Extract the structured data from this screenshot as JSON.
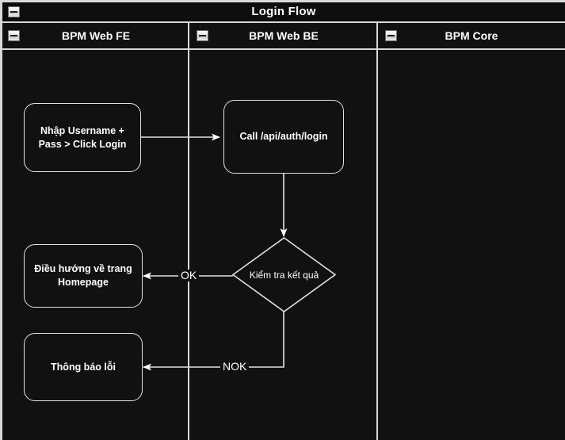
{
  "pool": {
    "title": "Login Flow",
    "collapse_icon": "minus-box-icon"
  },
  "lanes": [
    {
      "id": "fe",
      "label": "BPM Web FE",
      "collapse_icon": "minus-box-icon"
    },
    {
      "id": "be",
      "label": "BPM Web BE",
      "collapse_icon": "minus-box-icon"
    },
    {
      "id": "core",
      "label": "BPM Core",
      "collapse_icon": "minus-box-icon"
    }
  ],
  "nodes": [
    {
      "id": "n1",
      "lane": "fe",
      "type": "task",
      "label": "Nhập Username +\nPass > Click Login"
    },
    {
      "id": "n2",
      "lane": "be",
      "type": "task",
      "label": "Call /api/auth/login"
    },
    {
      "id": "n3",
      "lane": "be",
      "type": "decision",
      "label": "Kiểm tra kết quả"
    },
    {
      "id": "n4",
      "lane": "fe",
      "type": "task",
      "label": "Điều hướng về trang\nHomepage"
    },
    {
      "id": "n5",
      "lane": "fe",
      "type": "task",
      "label": "Thông báo lỗi"
    }
  ],
  "edges": [
    {
      "id": "e1",
      "from": "n1",
      "to": "n2",
      "label": ""
    },
    {
      "id": "e2",
      "from": "n2",
      "to": "n3",
      "label": ""
    },
    {
      "id": "e3",
      "from": "n3",
      "to": "n4",
      "label": "OK"
    },
    {
      "id": "e4",
      "from": "n3",
      "to": "n5",
      "label": "NOK"
    }
  ],
  "colors": {
    "background": "#111111",
    "stroke": "#e2e2e2",
    "frame": "#d9d9d9",
    "text": "#ffffff"
  }
}
